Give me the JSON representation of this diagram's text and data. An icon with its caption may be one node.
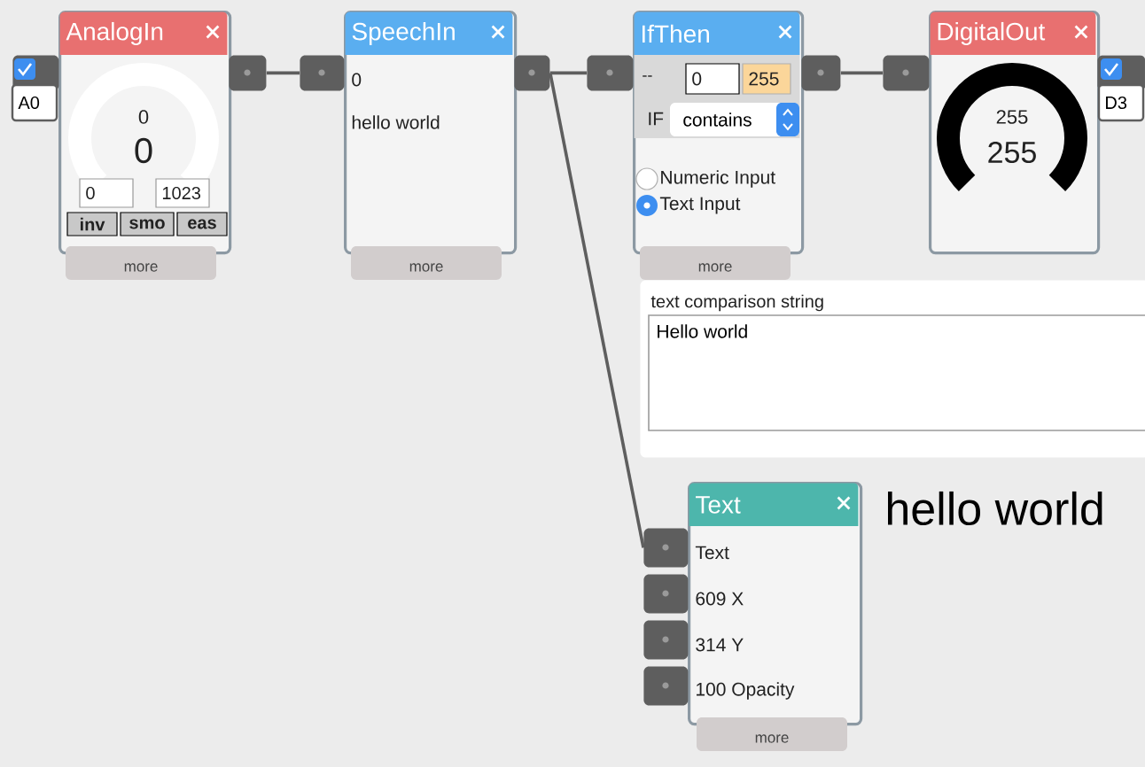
{
  "diagram": {
    "nodes": [
      {
        "text": [
          "AnalogIn",
          "0",
          "0",
          "0",
          "1023",
          "inv",
          "smo",
          "eas"
        ],
        "beside": [
          "more"
        ]
      },
      {
        "text": [
          "SpeechIn",
          "0",
          "hello world"
        ],
        "beside": [
          "more"
        ]
      },
      {
        "text": [
          "IfThen",
          "--",
          "0",
          "255",
          "IF",
          "contains",
          "Numeric Input",
          "Text Input"
        ],
        "beside": [
          "more"
        ]
      },
      {
        "text": [
          "DigitalOut",
          "255",
          "255"
        ]
      },
      {
        "text": [
          "text comparison string",
          "Hello world"
        ]
      },
      {
        "text": [
          "Text",
          "Text",
          "609 X",
          "314 Y",
          "100 Opacity"
        ],
        "beside": [
          "more"
        ]
      },
      {
        "text": [],
        "shape": "box",
        "beside": [
          "A0"
        ]
      },
      {
        "text": [],
        "shape": "box"
      },
      {
        "text": [],
        "shape": "box"
      },
      {
        "text": [],
        "shape": "box"
      },
      {
        "text": [],
        "shape": "box"
      },
      {
        "text": [],
        "shape": "box"
      },
      {
        "text": [],
        "shape": "box"
      },
      {
        "text": [],
        "shape": "box",
        "beside": [
          "D3"
        ]
      },
      {
        "text": [],
        "shape": "box"
      },
      {
        "text": [],
        "shape": "box"
      },
      {
        "text": [],
        "shape": "box"
      },
      {
        "text": [],
        "shape": "box"
      }
    ],
    "edges": [
      {
        "from": 7,
        "to": 8,
        "arrow": "none"
      },
      {
        "from": 9,
        "to": 10,
        "arrow": "none"
      },
      {
        "from": 11,
        "to": 12,
        "arrow": "none"
      },
      {
        "from": 9,
        "to": 14,
        "arrow": "none"
      }
    ],
    "labels": [
      "hello world"
    ]
  }
}
